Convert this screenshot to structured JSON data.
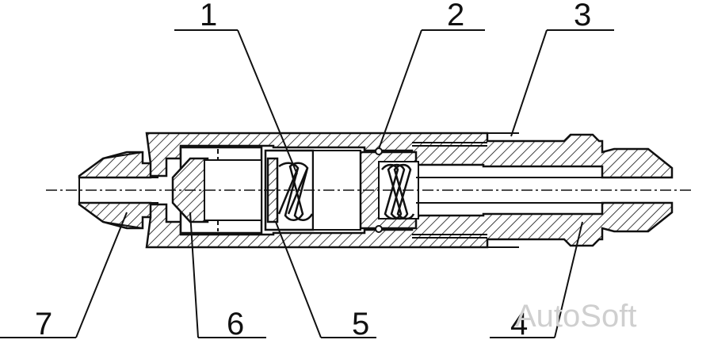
{
  "labels": {
    "l1": "1",
    "l2": "2",
    "l3": "3",
    "l4": "4",
    "l5": "5",
    "l6": "6",
    "l7": "7"
  },
  "watermark": "AutoSoft"
}
